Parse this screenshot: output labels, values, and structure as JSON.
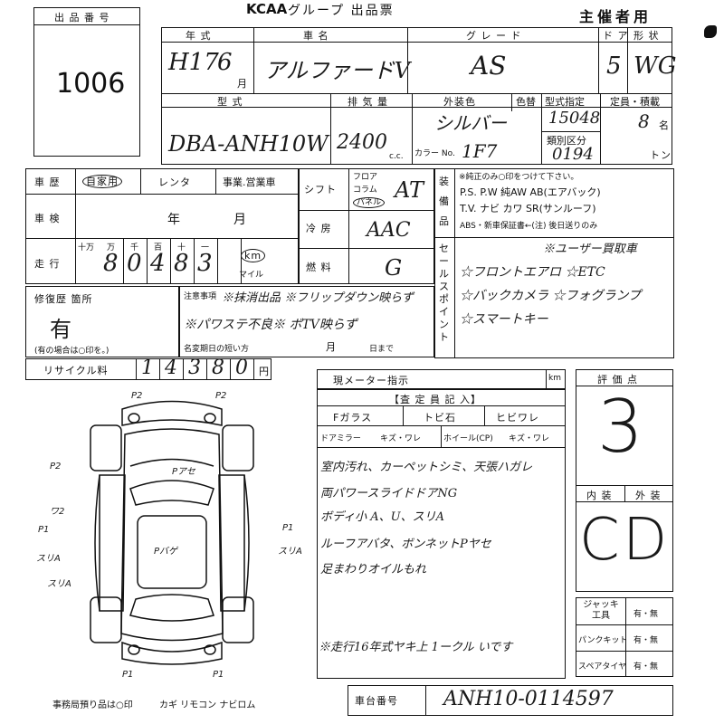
{
  "header": {
    "logo": "KCAA",
    "title": "グループ 出品票",
    "sponsor": "主催者用"
  },
  "lot": {
    "label": "出 品 番 号",
    "value": "1006"
  },
  "vehicle_head": {
    "year_label": "年 式",
    "name_label": "車 名",
    "grade_label": "グ レ ー ド",
    "doors_label": "ド ア",
    "body_label": "形 状",
    "year_era": "H17",
    "month": "6",
    "month_unit": "月",
    "name": "アルファードV",
    "grade": "AS",
    "doors": "5",
    "body": "WG"
  },
  "spec": {
    "model_label": "型 式",
    "cc_label": "排 気 量",
    "color_label": "外装色",
    "color_change_label": "色替",
    "designation_label": "型式指定",
    "category_label": "類別区分",
    "capacity_label": "定員・積載",
    "model": "DBA-ANH10W",
    "cc": "2400",
    "cc_unit": "c.c.",
    "color": "シルバー",
    "color_no_label": "カラー No.",
    "color_no": "1F7",
    "designation": "15048",
    "category": "0194",
    "seats": "8",
    "seats_unit": "名",
    "load_unit": "トン"
  },
  "history": {
    "label": "車 歴",
    "private": "自家用",
    "rental": "レンタ",
    "business": "事業.営業車",
    "inspection_label": "車 検",
    "year_unit": "年",
    "month_unit": "月",
    "mileage_label": "走 行",
    "digit_headers": [
      "十万",
      "万",
      "千",
      "百",
      "十",
      "一"
    ],
    "mileage_digits": [
      "8",
      "0",
      "4",
      "8",
      "3"
    ],
    "km_unit": "km",
    "mile_unit": "マイル"
  },
  "shift": {
    "label": "シフト",
    "options": [
      "フロア",
      "コラム",
      "パネル"
    ],
    "value": "AT",
    "ac_label": "冷 房",
    "ac_value": "AAC",
    "fuel_label": "燃 料",
    "fuel_value": "G"
  },
  "equipment": {
    "label": "装備品",
    "note": "※純正のみ○印をつけて下さい。",
    "row1": "P.S. P.W 純AW AB(エアバック)",
    "row2": "T.V. ナビ カワ SR(サンルーフ)",
    "row3": "ABS・新車保証書←(注) 後日送りのみ"
  },
  "sales_point": {
    "label": "セールスポイント",
    "items": [
      "※ユーザー買取車",
      "☆フロントエアロ ☆ETC",
      "☆バックカメラ ☆フォグランプ",
      "☆スマートキー"
    ]
  },
  "repair": {
    "label": "修復歴 箇所",
    "value": "有",
    "note": "(有の場合は○印を。)"
  },
  "notes": {
    "label": "注意事項",
    "line1": "※抹消出品 ※フリップダウン映らず",
    "line2": "※パワステ不良※ ボTV映らず",
    "deadline_label": "名変期日の短い方",
    "month_unit": "月",
    "day_unit": "日まで"
  },
  "recycle": {
    "label": "リサイクル料",
    "digits": [
      "1",
      "4",
      "3",
      "8",
      "0"
    ],
    "unit": "円"
  },
  "meter": {
    "label": "現メーター指示",
    "unit": "km"
  },
  "inspector": {
    "header": "【査 定 員 記 入】",
    "glass": "Fガラス",
    "chip": "トビ石",
    "crack": "ヒビワレ",
    "mirror": "ドアミラー",
    "mirror_cond": "キズ・ワレ",
    "wheel": "ホイール(CP)",
    "wheel_cond": "キズ・ワレ",
    "comments": [
      "室内汚れ、カーペットシミ、天張ハガレ",
      "両パワースライドドアNG",
      "ボディ小 A、U、スリA",
      "ルーフアバタ、ボンネットPヤセ",
      "足まわりオイルもれ",
      "※走行16年式ヤキ上 1ークル いです"
    ]
  },
  "score": {
    "label": "評 価 点",
    "value": "3",
    "interior_label": "内 装",
    "exterior_label": "外 装",
    "interior": "C",
    "exterior": "D"
  },
  "tools": {
    "jack": "ジャッキ 工具",
    "puncture": "パンクキット",
    "spare": "スペアタイヤ",
    "option": "有・無"
  },
  "diagram": {
    "marks": [
      "P2",
      "P2",
      "P2",
      "P1",
      "P1",
      "スリA",
      "スリA",
      "Pアセ",
      "Pバゲ",
      "P1",
      "P1",
      "ワ2",
      "スリA"
    ]
  },
  "office": {
    "label": "事務局預り品は○印",
    "items": "カギ リモコン ナビロム"
  },
  "chassis": {
    "label": "車台番号",
    "value": "ANH10-0114597"
  }
}
